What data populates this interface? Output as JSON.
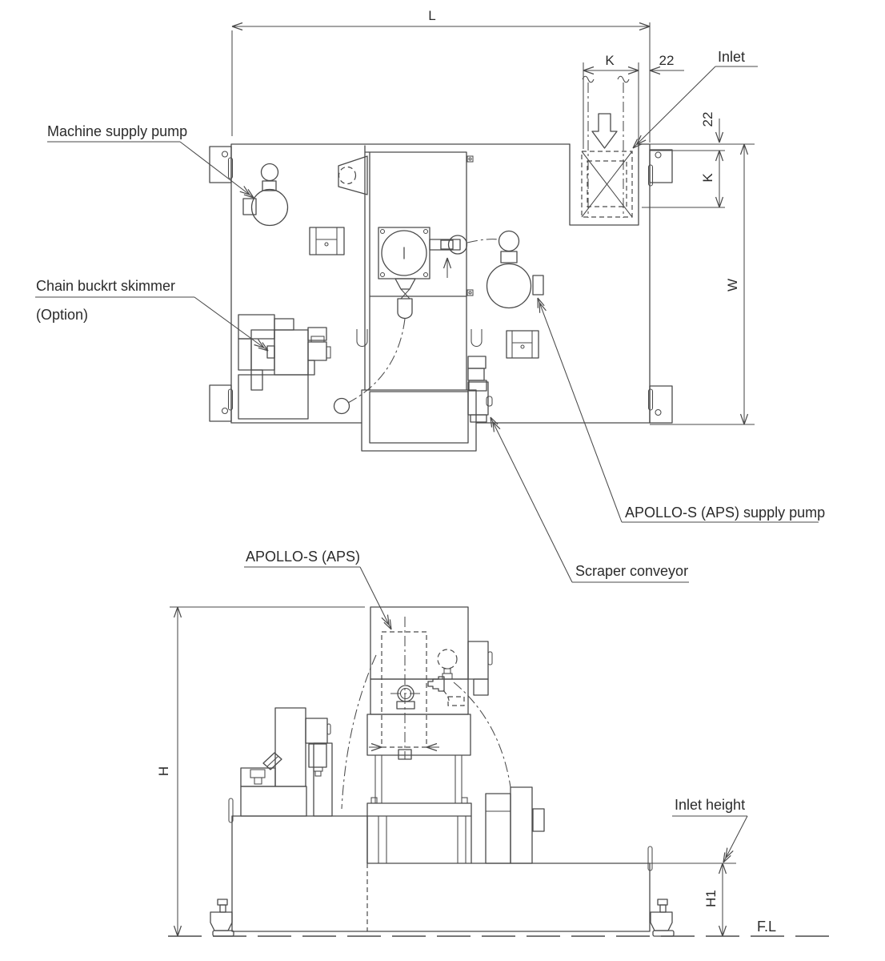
{
  "colors": {
    "line": "#4a4a4a",
    "text": "#2b2b2b",
    "background": "#ffffff"
  },
  "top_view": {
    "labels": {
      "machine_supply_pump": "Machine supply pump",
      "chain_bucket_skimmer": "Chain buckrt skimmer",
      "chain_bucket_skimmer_option": "(Option)",
      "inlet": "Inlet",
      "apollo_supply_pump": "APOLLO-S (APS) supply pump",
      "scraper_conveyor": "Scraper conveyor"
    },
    "dimensions": {
      "length": "L",
      "inlet_width": "K",
      "inlet_side_offset": "22",
      "inlet_top_offset": "22",
      "inlet_depth": "K",
      "width": "W"
    }
  },
  "side_view": {
    "labels": {
      "apollo_unit": "APOLLO-S (APS)",
      "inlet_height": "Inlet height",
      "floor_level": "F.L"
    },
    "dimensions": {
      "height": "H",
      "inlet_height": "H1"
    }
  }
}
